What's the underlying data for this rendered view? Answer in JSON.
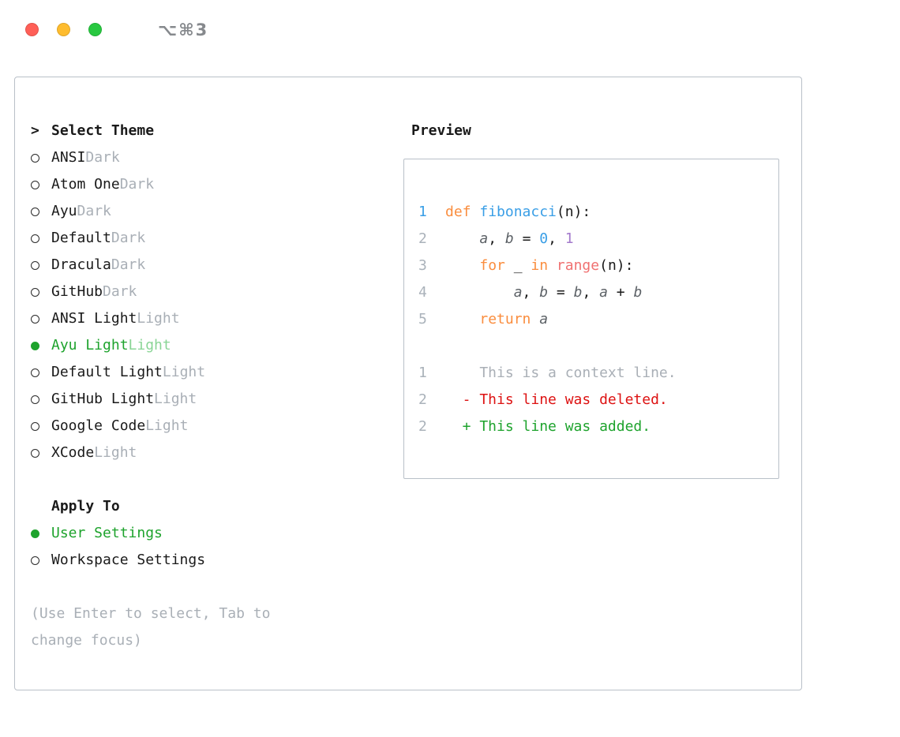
{
  "colors": {
    "windowBg": "#ffffff",
    "panelBorder": "#b9c0c8",
    "text": "#1a1a1a",
    "muted": "#a9afb6",
    "green": "#1ea32d",
    "greenLight": "#8ad596",
    "red": "#dd1212",
    "keyword": "#fa8d3e",
    "function": "#399ee6",
    "builtin": "#f07171",
    "numBlue": "#399ee6",
    "numPurple": "#a37acc",
    "variable": "#5c6166",
    "lineNum": "#aab2ba",
    "lineNumActive": "#399ee6",
    "titleGray": "#86898d",
    "lightRed": "#ff5f57",
    "lightYellow": "#febc2e",
    "lightGreen": "#28c840"
  },
  "window": {
    "title": "⌥⌘3",
    "traffic_lights": [
      "close",
      "minimize",
      "zoom"
    ]
  },
  "theme_selector": {
    "prompt": ">",
    "header": "Select Theme",
    "items": [
      {
        "name": "ANSI",
        "variant": "Dark",
        "selected": false
      },
      {
        "name": "Atom One",
        "variant": "Dark",
        "selected": false
      },
      {
        "name": "Ayu",
        "variant": "Dark",
        "selected": false
      },
      {
        "name": "Default",
        "variant": "Dark",
        "selected": false
      },
      {
        "name": "Dracula",
        "variant": "Dark",
        "selected": false
      },
      {
        "name": "GitHub",
        "variant": "Dark",
        "selected": false
      },
      {
        "name": "ANSI Light",
        "variant": "Light",
        "selected": false
      },
      {
        "name": "Ayu Light",
        "variant": "Light",
        "selected": true
      },
      {
        "name": "Default Light",
        "variant": "Light",
        "selected": false
      },
      {
        "name": "GitHub Light",
        "variant": "Light",
        "selected": false
      },
      {
        "name": "Google Code",
        "variant": "Light",
        "selected": false
      },
      {
        "name": "XCode",
        "variant": "Light",
        "selected": false
      }
    ],
    "apply_to": {
      "header": "Apply To",
      "options": [
        {
          "label": "User Settings",
          "selected": true
        },
        {
          "label": "Workspace Settings",
          "selected": false
        }
      ]
    },
    "hint": "(Use Enter to select, Tab to\nchange focus)"
  },
  "preview": {
    "header": "Preview",
    "code_lines": [
      {
        "num": "1",
        "active": true,
        "tokens": [
          [
            "keyword",
            "def "
          ],
          [
            "function",
            "fibonacci"
          ],
          [
            "plain",
            "(n):"
          ]
        ]
      },
      {
        "num": "2",
        "active": false,
        "tokens": [
          [
            "plain",
            "    "
          ],
          [
            "var",
            "a"
          ],
          [
            "plain",
            ", "
          ],
          [
            "var",
            "b"
          ],
          [
            "plain",
            " = "
          ],
          [
            "num-blue",
            "0"
          ],
          [
            "plain",
            ", "
          ],
          [
            "num-purple",
            "1"
          ]
        ]
      },
      {
        "num": "3",
        "active": false,
        "tokens": [
          [
            "plain",
            "    "
          ],
          [
            "keyword",
            "for"
          ],
          [
            "plain",
            " _ "
          ],
          [
            "keyword",
            "in"
          ],
          [
            "plain",
            " "
          ],
          [
            "builtin",
            "range"
          ],
          [
            "plain",
            "(n):"
          ]
        ]
      },
      {
        "num": "4",
        "active": false,
        "tokens": [
          [
            "plain",
            "        "
          ],
          [
            "var",
            "a"
          ],
          [
            "plain",
            ", "
          ],
          [
            "var",
            "b"
          ],
          [
            "plain",
            " = "
          ],
          [
            "var",
            "b"
          ],
          [
            "plain",
            ", "
          ],
          [
            "var",
            "a"
          ],
          [
            "plain",
            " + "
          ],
          [
            "var",
            "b"
          ]
        ]
      },
      {
        "num": "5",
        "active": false,
        "tokens": [
          [
            "plain",
            "    "
          ],
          [
            "keyword",
            "return"
          ],
          [
            "plain",
            " "
          ],
          [
            "var",
            "a"
          ]
        ]
      }
    ],
    "diff_lines": [
      {
        "num": "1",
        "type": "context",
        "text": "    This is a context line."
      },
      {
        "num": "2",
        "type": "deleted",
        "text": "  - This line was deleted."
      },
      {
        "num": "2",
        "type": "added",
        "text": "  + This line was added."
      }
    ]
  }
}
